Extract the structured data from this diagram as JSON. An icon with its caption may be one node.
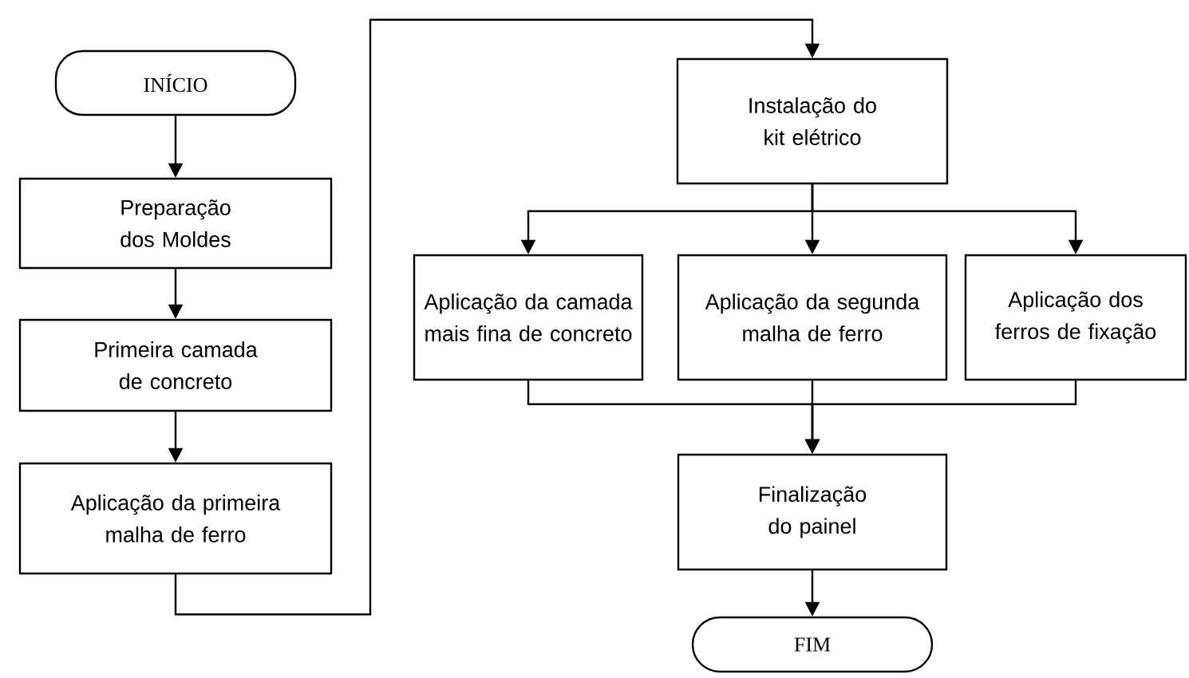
{
  "diagram": {
    "nodes": [
      {
        "text": [
          "INÍCIO"
        ]
      },
      {
        "text": [
          "Preparação dos Moldes"
        ]
      },
      {
        "text": [
          "Primeira camada de concreto"
        ]
      },
      {
        "text": [
          "Aplicação da primeira malha de ferro"
        ]
      },
      {
        "text": [
          "Instalação do kit elétrico"
        ]
      },
      {
        "text": [
          "Aplicação da camada mais fina de concreto"
        ]
      },
      {
        "text": [
          "Aplicação da segunda malha de ferro"
        ]
      },
      {
        "text": [
          "Aplicação dos ferros de fixação"
        ]
      },
      {
        "text": [
          "Finalização do painel"
        ]
      },
      {
        "text": [
          "FIM"
        ]
      }
    ],
    "edges": [
      {
        "from": 0,
        "to": 1,
        "arrow": "to"
      },
      {
        "from": 1,
        "to": 2,
        "arrow": "to"
      },
      {
        "from": 2,
        "to": 3,
        "arrow": "to"
      },
      {
        "from": 3,
        "to": 4,
        "arrow": "to"
      },
      {
        "from": 4,
        "to": 5,
        "arrow": "to"
      },
      {
        "from": 4,
        "to": 6,
        "arrow": "to"
      },
      {
        "from": 4,
        "to": 7,
        "arrow": "to"
      },
      {
        "from": 5,
        "to": 8,
        "arrow": "to"
      },
      {
        "from": 6,
        "to": 8,
        "arrow": "to"
      },
      {
        "from": 7,
        "to": 8,
        "arrow": "to"
      },
      {
        "from": 8,
        "to": 9,
        "arrow": "to"
      }
    ]
  }
}
